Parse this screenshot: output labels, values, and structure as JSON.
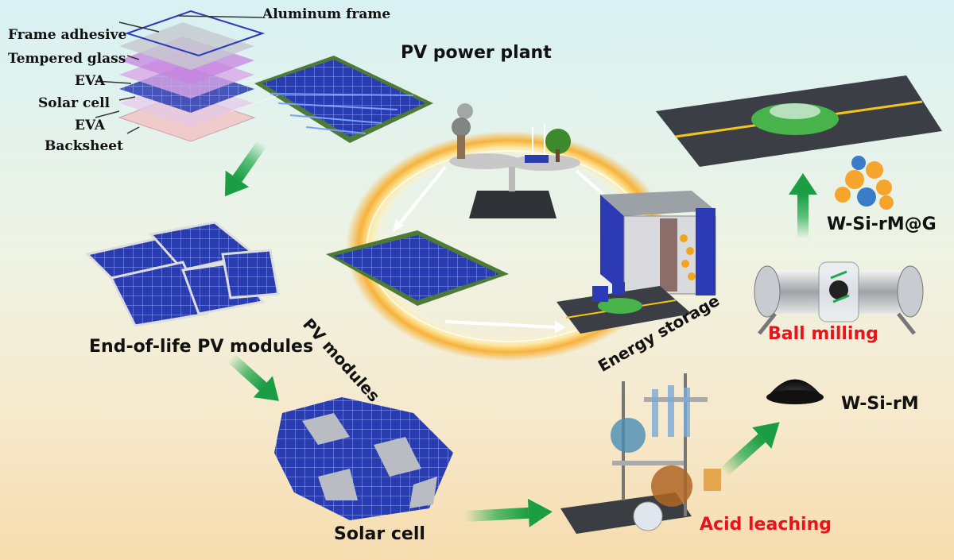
{
  "module_layers": {
    "frame": "Aluminum frame",
    "adhesive": "Frame adhesive",
    "glass": "Tempered glass",
    "eva_top": "EVA",
    "cell": "Solar cell",
    "eva_bottom": "EVA",
    "backsheet": "Backsheet"
  },
  "stages": {
    "pv_power_plant": "PV power plant",
    "end_of_life": "End-of-life PV modules",
    "solar_cell": "Solar cell",
    "acid_leaching": "Acid leaching",
    "w_si_rm": "W-Si-rM",
    "ball_milling": "Ball milling",
    "w_si_rm_g": "W-Si-rM@G"
  },
  "cycle": {
    "pv_modules": "PV modules",
    "energy_storage": "Energy storage"
  },
  "colors": {
    "panel_blue": "#2a3db0",
    "flow_green": "#1ea84a",
    "ring_orange": "#f7b23a",
    "process_red": "#e8131b"
  }
}
